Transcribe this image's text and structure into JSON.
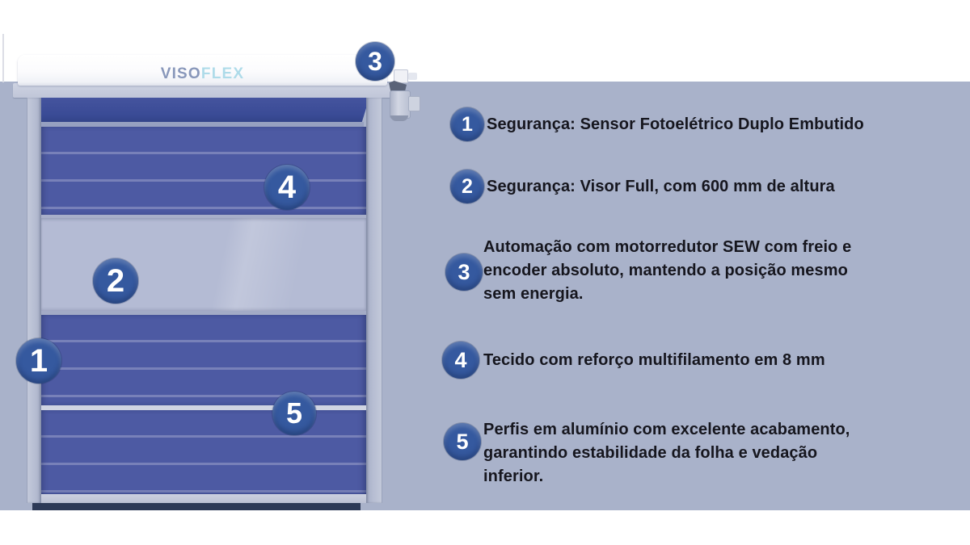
{
  "brand": {
    "name_primary": "VISO",
    "name_secondary": "FLEX"
  },
  "legend": {
    "items": [
      {
        "num": "1",
        "text": "Segurança: Sensor Fotoelétrico Duplo Embutido"
      },
      {
        "num": "2",
        "text": "Segurança: Visor Full, com 600 mm de altura"
      },
      {
        "num": "3",
        "text": "Automação com motorredutor SEW com freio e\nencoder absoluto, mantendo a posição mesmo\nsem energia."
      },
      {
        "num": "4",
        "text": "Tecido com reforço multifilamento em 8 mm"
      },
      {
        "num": "5",
        "text": "Perfis em alumínio com excelente acabamento,\ngarantindo estabilidade da folha e vedação\ninferior."
      }
    ]
  },
  "door_markers": [
    {
      "num": "1"
    },
    {
      "num": "2"
    },
    {
      "num": "3"
    },
    {
      "num": "4"
    },
    {
      "num": "5"
    }
  ],
  "colors": {
    "accent_badge": "#35599f",
    "curtain_blue": "#4d5aa3",
    "background_panel": "#a9b2ca",
    "visor_window": "#b4bbd4",
    "dark_roll_band": "#3a4b96",
    "bottom_seal": "#2d3a57",
    "brand_primary": "#8897ba",
    "brand_secondary": "#aedbe9",
    "legend_text": "#16161e"
  }
}
